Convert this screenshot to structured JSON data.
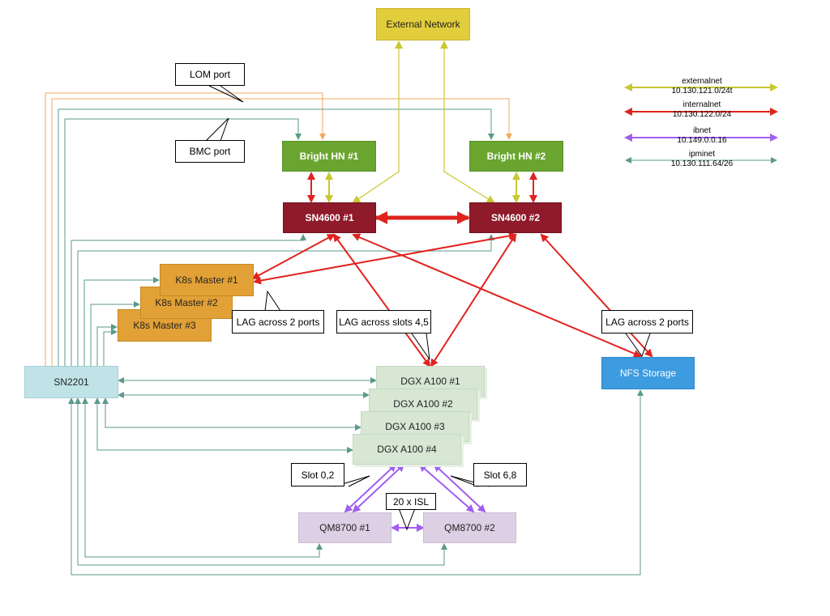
{
  "nodes": {
    "external_network": "External Network",
    "bright_hn1": "Bright HN #1",
    "bright_hn2": "Bright HN #2",
    "sn4600_1": "SN4600 #1",
    "sn4600_2": "SN4600 #2",
    "k8s_master1": "K8s Master #1",
    "k8s_master2": "K8s Master #2",
    "k8s_master3": "K8s Master #3",
    "sn2201": "SN2201",
    "nfs_storage": "NFS Storage",
    "dgx1": "DGX A100 #1",
    "dgx2": "DGX A100 #2",
    "dgx3": "DGX A100 #3",
    "dgx4": "DGX A100 #4",
    "qm8700_1": "QM8700 #1",
    "qm8700_2": "QM8700 #2"
  },
  "callouts": {
    "lom_port": "LOM port",
    "bmc_port": "BMC port",
    "lag_2_ports_k8s": "LAG across 2 ports",
    "lag_slots": "LAG across slots 4,5",
    "lag_2_ports_nfs": "LAG across 2 ports",
    "slot_02": "Slot 0,2",
    "slot_68": "Slot 6,8",
    "isl": "20 x ISL"
  },
  "legend": [
    {
      "name": "externalnet",
      "subnet": "10.130.121.0/24t",
      "color": "#c8c832"
    },
    {
      "name": "internalnet",
      "subnet": "10.130.122.0/24",
      "color": "#e0231e"
    },
    {
      "name": "ibnet",
      "subnet": "10.149.0.0.16",
      "color": "#a15ef0"
    },
    {
      "name": "ipminet",
      "subnet": "10.130.111.64/26",
      "color": "#5b9a8b"
    }
  ],
  "colors": {
    "externalnet": "#c8c832",
    "internalnet": "#e0231e",
    "ibnet": "#a15ef0",
    "ipminet": "#5b9a8b",
    "lom": "#f0a860",
    "external_network_fill": "#e2cd3c",
    "bright_fill": "#6aa530",
    "sn4600_fill": "#8e1a2a",
    "k8s_fill": "#e2a136",
    "sn2201_fill": "#bfe3e6",
    "nfs_fill": "#3d9be0",
    "dgx_fill": "#d7e7d4",
    "qm_fill": "#ddd0e5"
  }
}
